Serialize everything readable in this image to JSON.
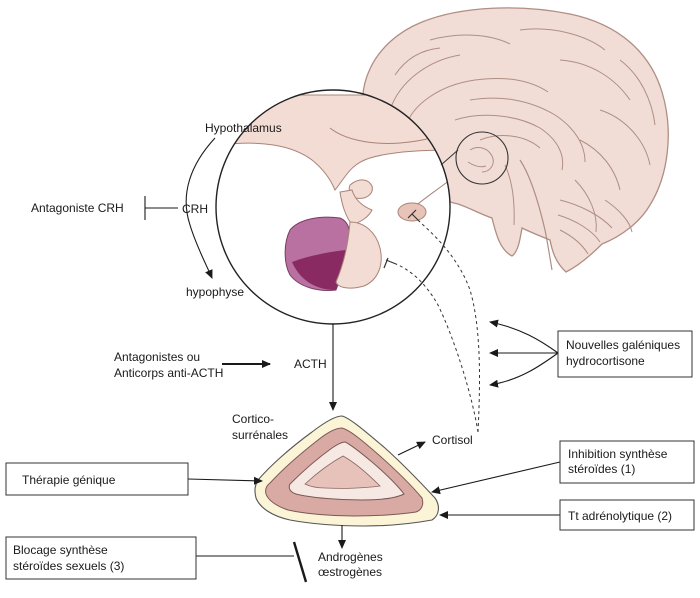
{
  "colors": {
    "brain_fill": "#f1ddd6",
    "brain_stroke": "#b08e84",
    "tissue_fill": "#f3dcd4",
    "hypophysis_purple": "#8a2a63",
    "adrenal_cortex": "#d9a9a4",
    "adrenal_rim": "#fbf4d6",
    "adrenal_medulla": "#f6e9e4"
  },
  "labels": {
    "hypothalamus": "Hypothalamus",
    "crh": "CRH",
    "hypophyse": "hypophyse",
    "acth": "ACTH",
    "cortico_line1": "Cortico-",
    "cortico_line2": "surrénales",
    "cortisol": "Cortisol",
    "androgenes_line1": "Androgènes",
    "androgenes_line2": "œstrogènes",
    "antagoniste_crh": "Antagoniste CRH",
    "antagonistes_acth_line1": "Antagonistes ou",
    "antagonistes_acth_line2": "Anticorps anti-ACTH"
  },
  "boxes": {
    "nouvelles_line1": "Nouvelles galéniques",
    "nouvelles_line2": "hydrocortisone",
    "therapie": "Thérapie génique",
    "inhibition_line1": "Inhibition synthèse",
    "inhibition_line2": "stéroïdes (1)",
    "tt_adrenolytique": "Tt adrénolytique (2)",
    "blocage_line1": "Blocage synthèse",
    "blocage_line2": "stéroïdes sexuels (3)"
  }
}
